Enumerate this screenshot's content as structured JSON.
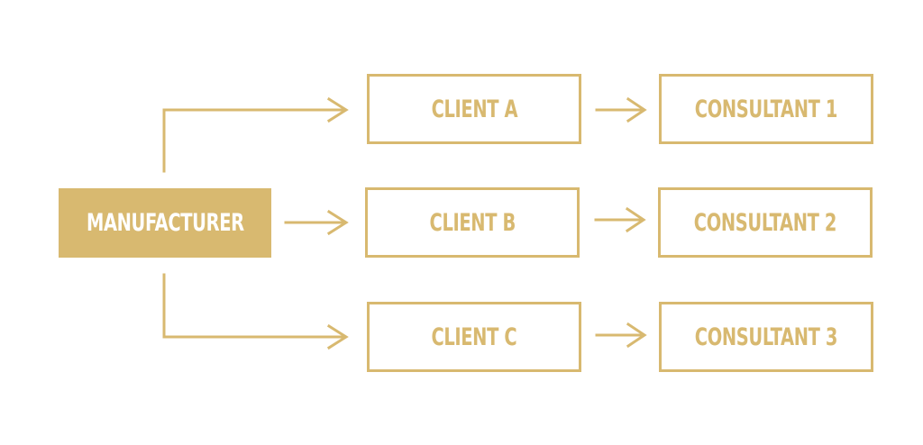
{
  "colors": {
    "accent": "#d8b970",
    "background": "#ffffff",
    "source_text": "#ffffff"
  },
  "nodes": {
    "manufacturer": "MANUFACTURER",
    "clients": [
      "CLIENT A",
      "CLIENT B",
      "CLIENT C"
    ],
    "consultants": [
      "CONSULTANT 1",
      "CONSULTANT 2",
      "CONSULTANT 3"
    ]
  },
  "connections": [
    {
      "from": "MANUFACTURER",
      "to": "CLIENT A"
    },
    {
      "from": "MANUFACTURER",
      "to": "CLIENT B"
    },
    {
      "from": "MANUFACTURER",
      "to": "CLIENT C"
    },
    {
      "from": "CLIENT A",
      "to": "CONSULTANT 1"
    },
    {
      "from": "CLIENT B",
      "to": "CONSULTANT 2"
    },
    {
      "from": "CLIENT C",
      "to": "CONSULTANT 3"
    }
  ]
}
